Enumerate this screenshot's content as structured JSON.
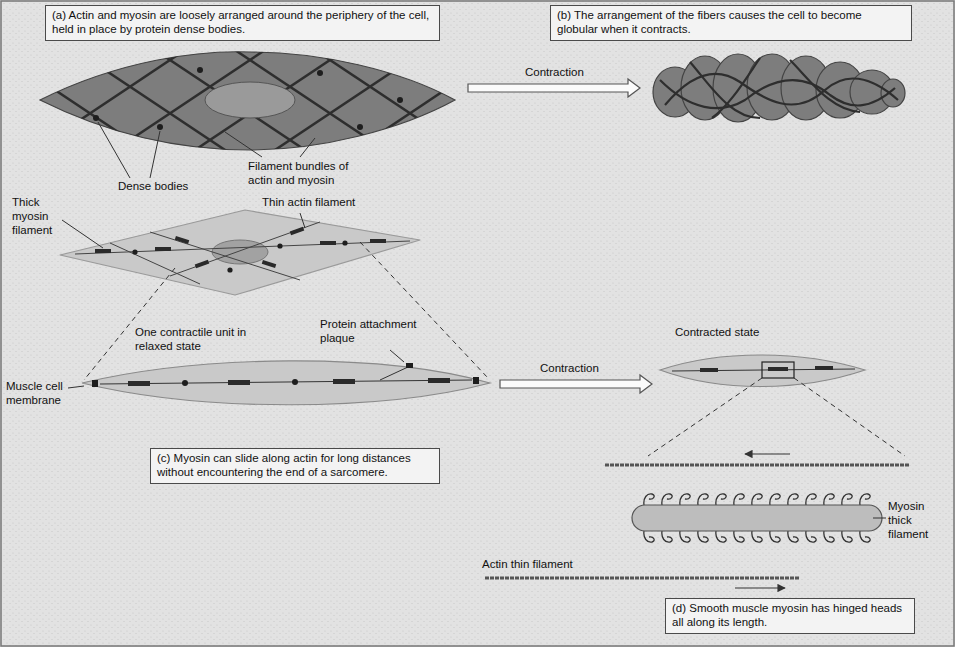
{
  "diagram": {
    "nodes": [
      {
        "text": [
          "(a) Actin and myosin are loosely arranged around the periphery of the cell, held in place by protein dense bodies."
        ]
      },
      {
        "text": [
          "(b) The arrangement of the fibers causes the cell to become globular when it contracts."
        ]
      },
      {
        "text": [
          "(c) Myosin can slide along actin for long distances without encountering the end of a sarcomere."
        ]
      },
      {
        "text": [
          "(d) Smooth muscle myosin has hinged heads all along its length."
        ]
      }
    ],
    "labels": [
      "Contraction",
      "Dense bodies",
      "Filament bundles of actin and myosin",
      "Thick myosin filament",
      "Thin actin filament",
      "One contractile unit in relaxed state",
      "Protein attachment plaque",
      "Muscle cell membrane",
      "Contraction",
      "Contracted state",
      "Myosin thick filament",
      "Actin thin filament"
    ]
  }
}
